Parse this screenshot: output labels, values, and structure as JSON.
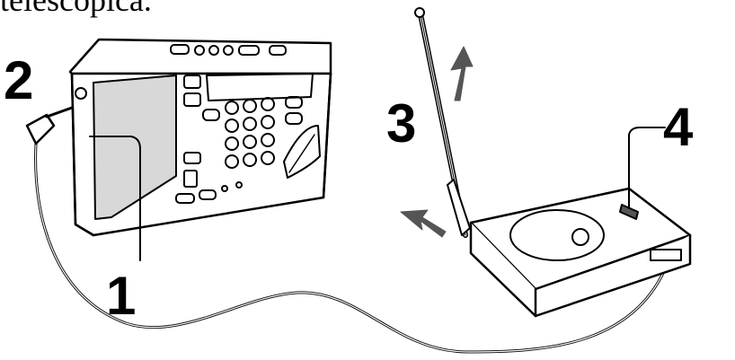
{
  "caption": "telescópica.",
  "callouts": [
    "1",
    "2",
    "3",
    "4"
  ],
  "colors": {
    "ink": "#000000",
    "paper": "#ffffff",
    "grey": "#555555"
  },
  "parts": {
    "radio": "portable-radio",
    "antenna": "telescopic-antenna",
    "base": "antenna-base-unit",
    "cable": "connection-cable"
  }
}
